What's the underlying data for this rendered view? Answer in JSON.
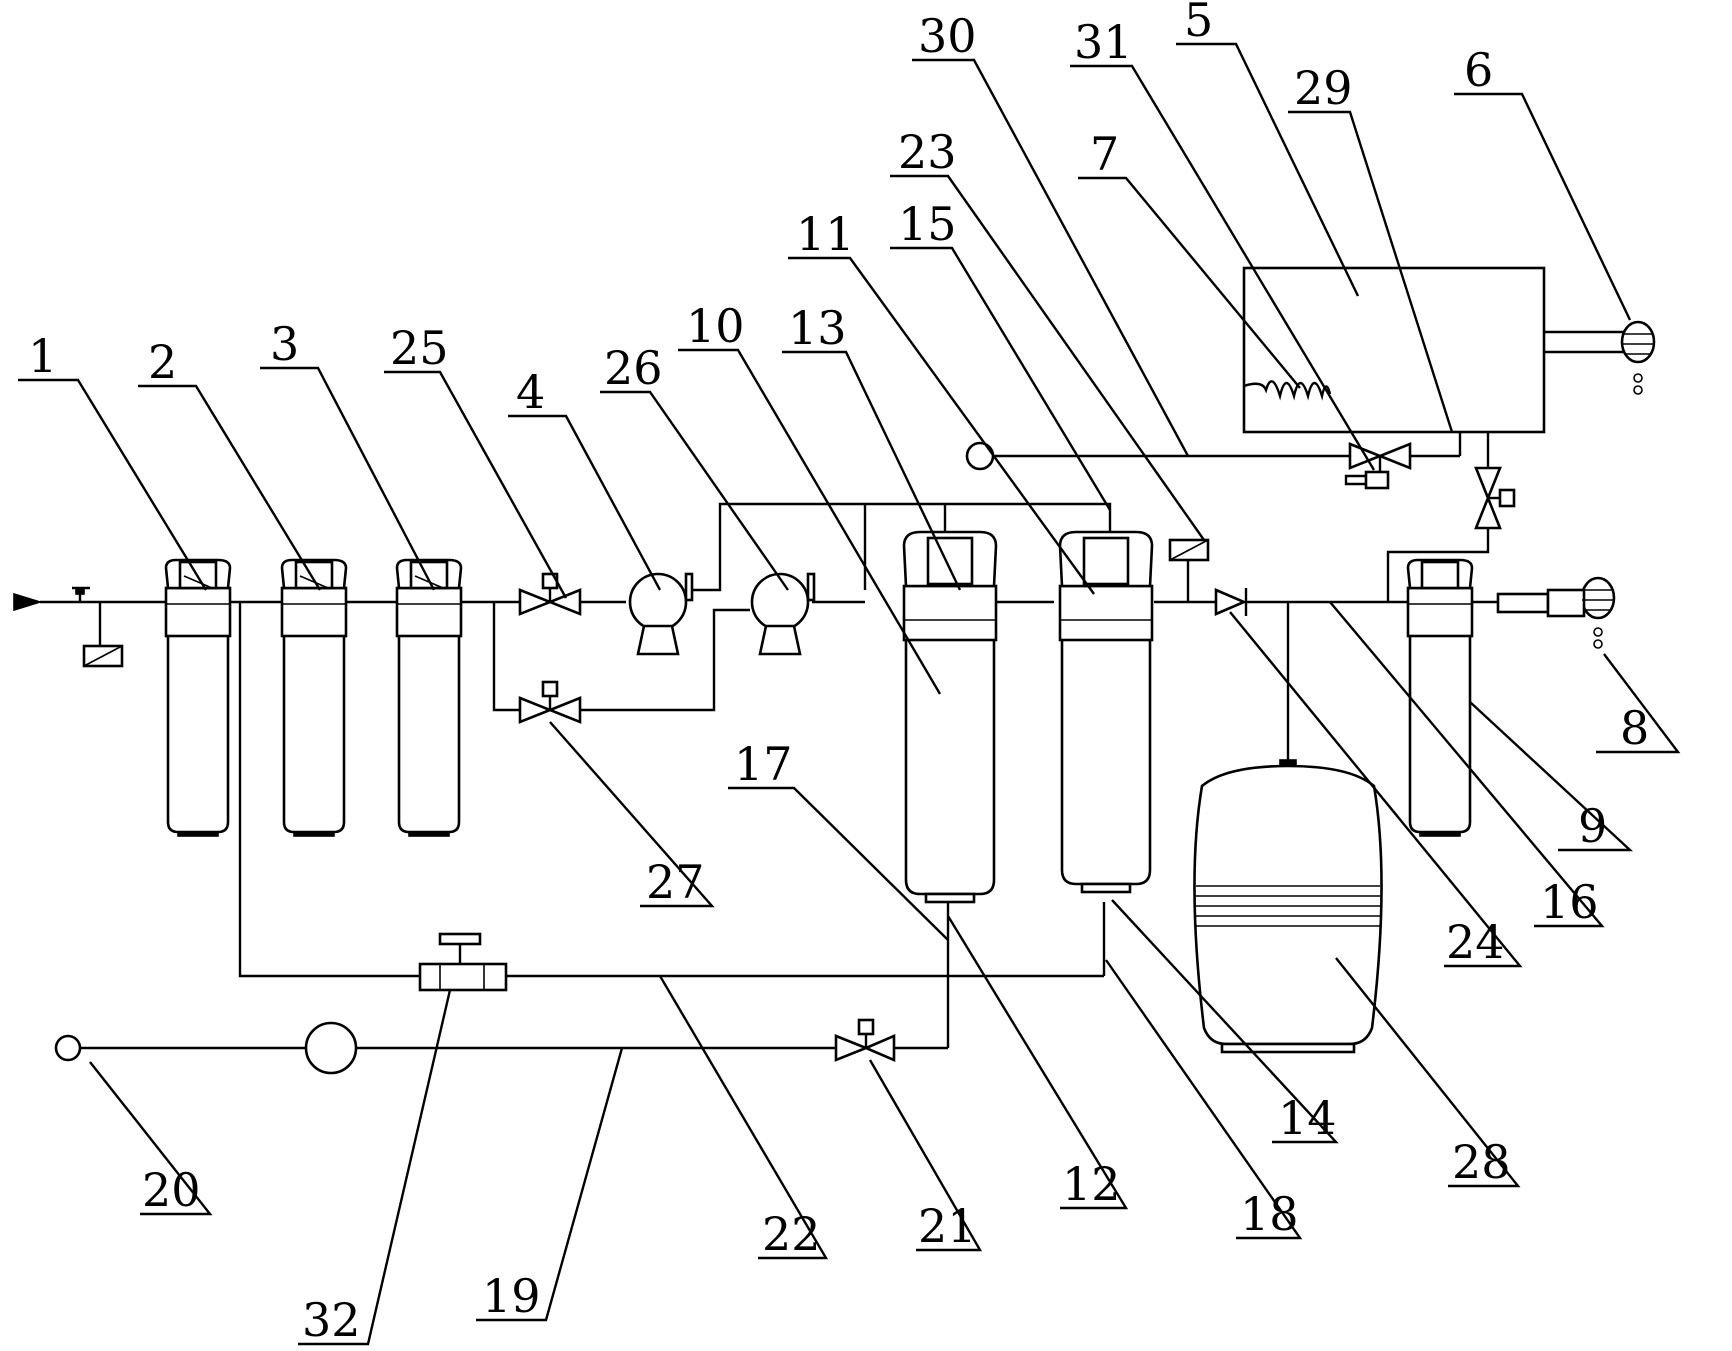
{
  "diagram": {
    "labels": [
      {
        "id": "1",
        "text": "1"
      },
      {
        "id": "2",
        "text": "2"
      },
      {
        "id": "3",
        "text": "3"
      },
      {
        "id": "4",
        "text": "4"
      },
      {
        "id": "5",
        "text": "5"
      },
      {
        "id": "6",
        "text": "6"
      },
      {
        "id": "7",
        "text": "7"
      },
      {
        "id": "8",
        "text": "8"
      },
      {
        "id": "9",
        "text": "9"
      },
      {
        "id": "10",
        "text": "10"
      },
      {
        "id": "11",
        "text": "11"
      },
      {
        "id": "12",
        "text": "12"
      },
      {
        "id": "13",
        "text": "13"
      },
      {
        "id": "14",
        "text": "14"
      },
      {
        "id": "15",
        "text": "15"
      },
      {
        "id": "16",
        "text": "16"
      },
      {
        "id": "17",
        "text": "17"
      },
      {
        "id": "18",
        "text": "18"
      },
      {
        "id": "19",
        "text": "19"
      },
      {
        "id": "20",
        "text": "20"
      },
      {
        "id": "21",
        "text": "21"
      },
      {
        "id": "22",
        "text": "22"
      },
      {
        "id": "23",
        "text": "23"
      },
      {
        "id": "24",
        "text": "24"
      },
      {
        "id": "25",
        "text": "25"
      },
      {
        "id": "26",
        "text": "26"
      },
      {
        "id": "27",
        "text": "27"
      },
      {
        "id": "28",
        "text": "28"
      },
      {
        "id": "29",
        "text": "29"
      },
      {
        "id": "30",
        "text": "30"
      },
      {
        "id": "31",
        "text": "31"
      },
      {
        "id": "32",
        "text": "32"
      }
    ],
    "colors": {
      "line": "#000000",
      "background": "#ffffff"
    }
  }
}
